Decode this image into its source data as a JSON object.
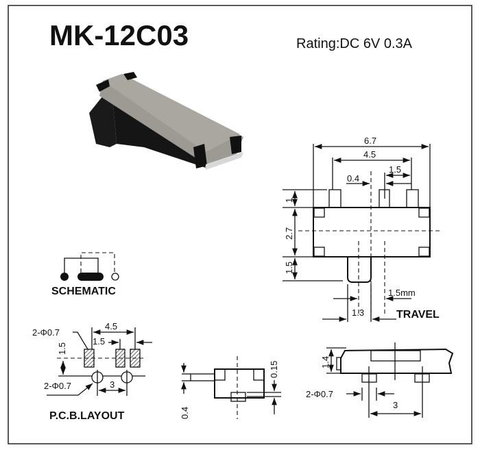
{
  "title": "MK-12C03",
  "rating": "Rating:DC 6V 0.3A",
  "top_view": {
    "dim_total_width": "6.7",
    "dim_pin_span": "4.5",
    "dim_pin_pitch": "1.5",
    "dim_offset": "0.4",
    "dim_pin_height": "1",
    "dim_body_height": "2.7",
    "dim_actuator_height": "1.5",
    "dim_travel": "1.5mm",
    "dim_actuator_width": "1.3",
    "travel_label": "TRAVEL"
  },
  "schematic": {
    "label": "SCHEMATIC"
  },
  "pcb_layout": {
    "label": "P.C.B.LAYOUT",
    "dim_pad_hole_top": "2-Φ0.7",
    "dim_pad_span": "4.5",
    "dim_pad_pitch": "1.5",
    "dim_vertical": "1.5",
    "dim_hole_bottom": "2-Φ0.7",
    "dim_hole_pitch": "3"
  },
  "side_view": {
    "dim_pin_thickness": "0.4",
    "dim_standoff": "0.15"
  },
  "front_view": {
    "dim_height": "1.4",
    "dim_holes": "2-Φ0.7",
    "dim_hole_pitch": "3"
  }
}
